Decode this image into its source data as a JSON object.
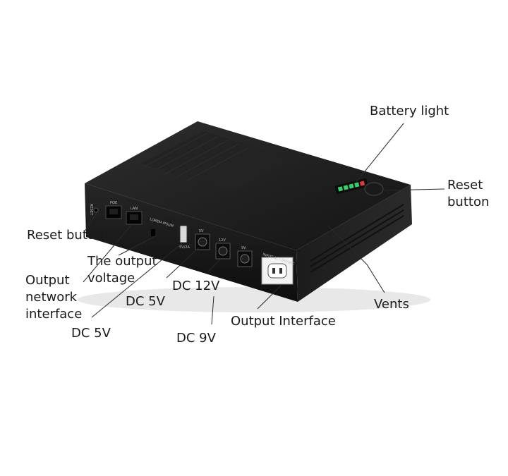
{
  "labels": {
    "battery_light": "Battery light",
    "reset_right_line1": "Reset",
    "reset_right_line2": "button",
    "reset_left": "Reset button",
    "output_voltage_line1": "The output",
    "output_voltage_line2": "voltage",
    "network_line1": "Output",
    "network_line2": "network",
    "network_line3": "interface",
    "dc12": "DC 12V",
    "dc5_upper": "DC 5V",
    "dc5_lower": "DC 5V",
    "dc9": "DC 9V",
    "output_interface": "Output Interface",
    "vents": "Vents"
  },
  "device_print": {
    "reset": "RESET",
    "poe": "POE",
    "lan": "LAN",
    "brand": "LOREM IPSUM",
    "usb": "5V/2A",
    "port_5v": "5V",
    "port_12v": "12V",
    "port_9v": "9V",
    "input": "INPUT AC~265VAC"
  },
  "colors": {
    "device_body": "#2a2a2a",
    "device_top": "#1b1b1b",
    "led_green": "#35d06a",
    "led_red": "#e23a3a",
    "text": "#1a1a1a"
  }
}
